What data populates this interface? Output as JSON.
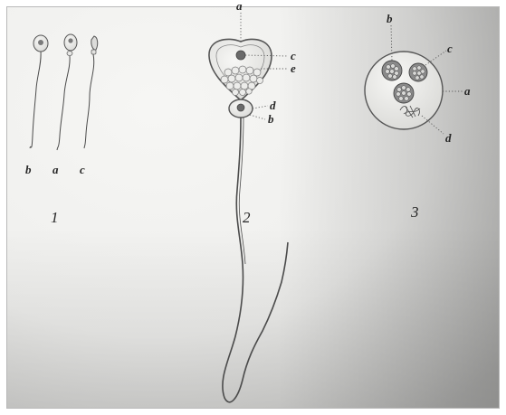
{
  "figure_1": {
    "number": "1",
    "labels": {
      "b": "b",
      "a": "a",
      "c": "c"
    }
  },
  "figure_2": {
    "number": "2",
    "labels": {
      "a": "a",
      "c": "c",
      "e": "e",
      "d": "d",
      "b": "b"
    }
  },
  "figure_3": {
    "number": "3",
    "labels": {
      "b": "b",
      "c": "c",
      "a": "a",
      "d": "d"
    }
  },
  "colors": {
    "paper": "#f2f2f0",
    "paper_shadow": "#c8c8c6",
    "ink": "#4b4b4b",
    "label": "#262626",
    "nucleus": "#6a6a6a",
    "border": "#b9b9b9"
  }
}
